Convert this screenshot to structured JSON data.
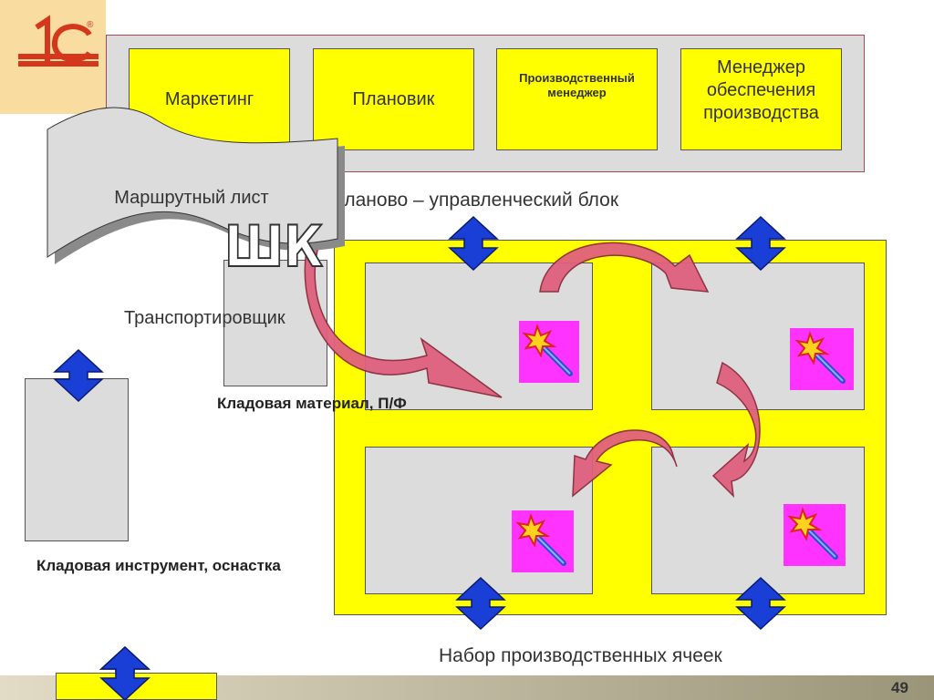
{
  "logo": {
    "text": "1С",
    "mark": "®"
  },
  "roles": [
    {
      "label": "Маркетинг"
    },
    {
      "label": "Плановик"
    },
    {
      "label": "Производственный менеджер"
    },
    {
      "label": "Менеджер обеспечения производства"
    }
  ],
  "route_sheet": {
    "label": "Маршрутный лист"
  },
  "barcode": {
    "label": "ШК"
  },
  "plan_block_label": "планово – управленческий блок",
  "transport_label": "Транспортировщик",
  "storage_material": "Кладовая материал, П/Ф",
  "storage_tools": "Кладовая инструмент, оснастка",
  "cells_label": "Набор производственных ячеек",
  "slide_number": "49",
  "colors": {
    "yellow": "#ffff00",
    "gray": "#dcdcdc",
    "magenta": "#ff33ff",
    "arrow_blue": "#1a3fd6",
    "arrow_pink": "#e0607e"
  }
}
